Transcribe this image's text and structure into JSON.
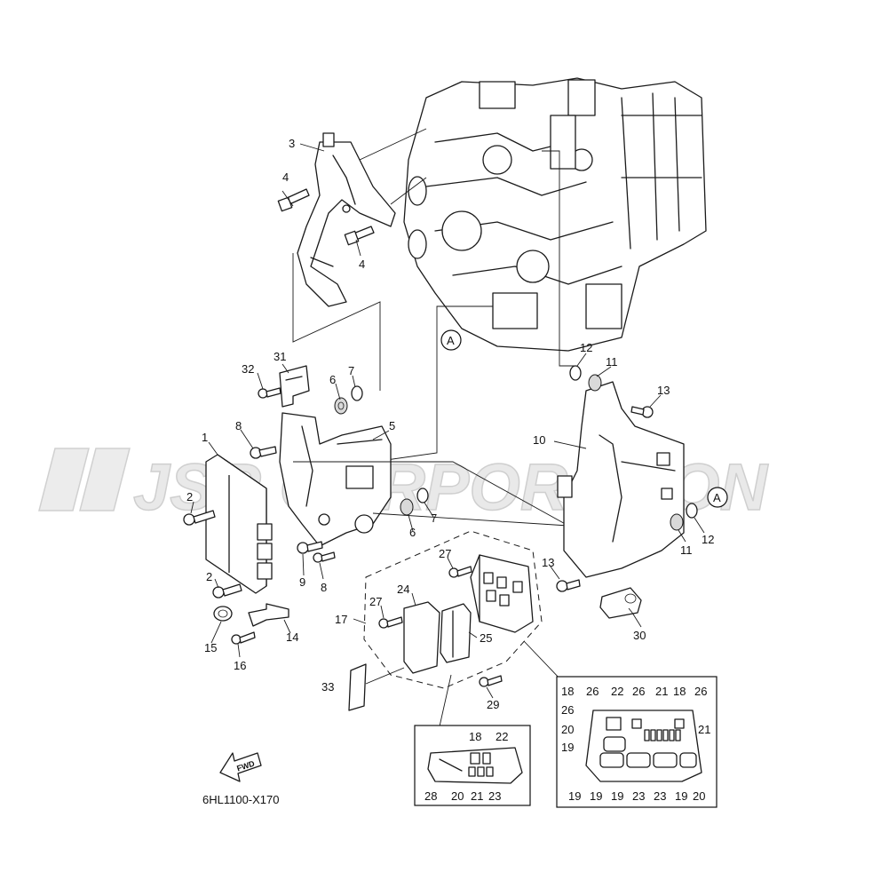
{
  "watermark": "JSR CORPORATION",
  "diagram_code": "6HL1100-X170",
  "fwd_label": "FWD",
  "circle_labels": {
    "a1": "A",
    "a2": "A"
  },
  "callouts": {
    "c1": "1",
    "c2a": "2",
    "c2b": "2",
    "c3": "3",
    "c4a": "4",
    "c4b": "4",
    "c5": "5",
    "c6a": "6",
    "c6b": "6",
    "c7a": "7",
    "c7b": "7",
    "c8a": "8",
    "c8b": "8",
    "c9": "9",
    "c10": "10",
    "c11a": "11",
    "c11b": "11",
    "c12a": "12",
    "c12b": "12",
    "c13a": "13",
    "c13b": "13",
    "c14": "14",
    "c15": "15",
    "c16": "16",
    "c17": "17",
    "c24": "24",
    "c25": "25",
    "c27a": "27",
    "c27b": "27",
    "c29": "29",
    "c30": "30",
    "c31": "31",
    "c32": "32",
    "c33": "33"
  },
  "detail_left": {
    "labels": [
      "18",
      "22",
      "28",
      "20",
      "21",
      "23"
    ]
  },
  "detail_right": {
    "labels": [
      "18",
      "26",
      "22",
      "26",
      "21",
      "18",
      "26",
      "26",
      "20",
      "21",
      "19",
      "19",
      "19",
      "19",
      "23",
      "23",
      "19",
      "20"
    ]
  }
}
